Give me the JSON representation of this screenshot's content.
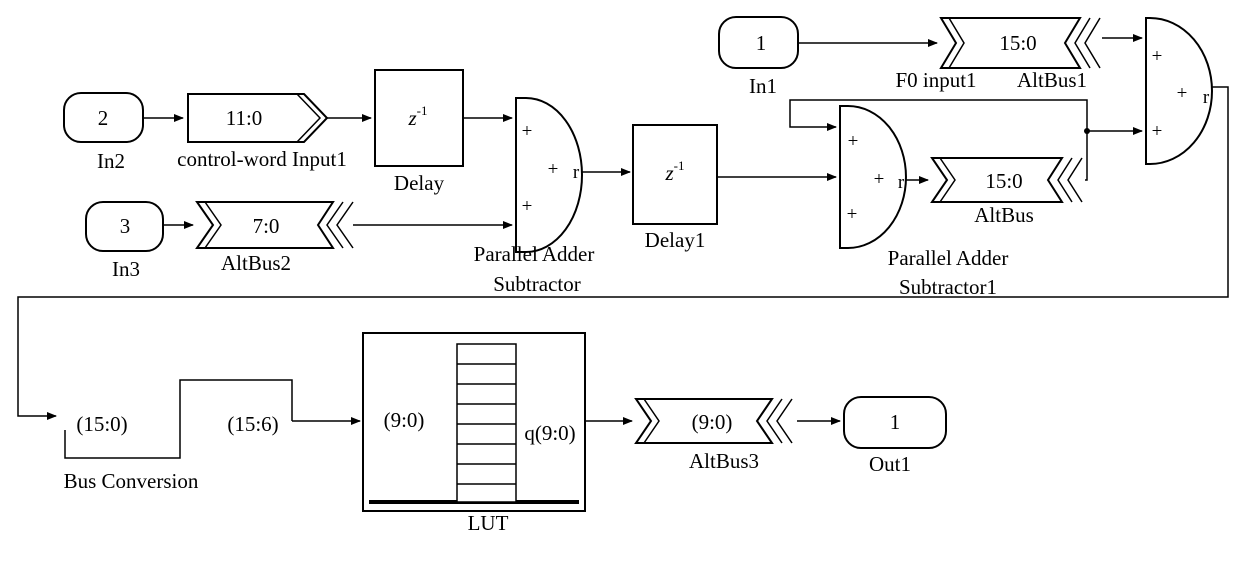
{
  "blocks": {
    "in1": {
      "port": "1",
      "name": "In1"
    },
    "in2": {
      "port": "2",
      "name": "In2"
    },
    "in3": {
      "port": "3",
      "name": "In3"
    },
    "out1": {
      "port": "1",
      "name": "Out1"
    },
    "control_word": {
      "range": "11:0",
      "name": "control-word Input1"
    },
    "f0_input": {
      "name": "F0 input1"
    },
    "altbus1": {
      "range": "15:0",
      "name": "AltBus1"
    },
    "altbus2": {
      "range": "7:0",
      "name": "AltBus2"
    },
    "altbus": {
      "range": "15:0",
      "name": "AltBus"
    },
    "altbus3": {
      "range": "(9:0)",
      "name": "AltBus3"
    },
    "delay": {
      "symbol": "z",
      "exponent": "-1",
      "name": "Delay"
    },
    "delay1": {
      "symbol": "z",
      "exponent": "-1",
      "name": "Delay1"
    },
    "adder": {
      "plus": "+",
      "out": "r",
      "name_line1": "Parallel Adder",
      "name_line2": "Subtractor"
    },
    "adder1": {
      "plus": "+",
      "out": "r",
      "name_line1": "Parallel Adder",
      "name_line2": "Subtractor1"
    },
    "adder2": {
      "plus": "+",
      "out": "r"
    },
    "bus_conversion": {
      "in_range": "(15:0)",
      "out_range": "(15:6)",
      "name": "Bus Conversion"
    },
    "lut": {
      "in_range": "(9:0)",
      "out_range": "q(9:0)",
      "name": "LUT"
    }
  }
}
